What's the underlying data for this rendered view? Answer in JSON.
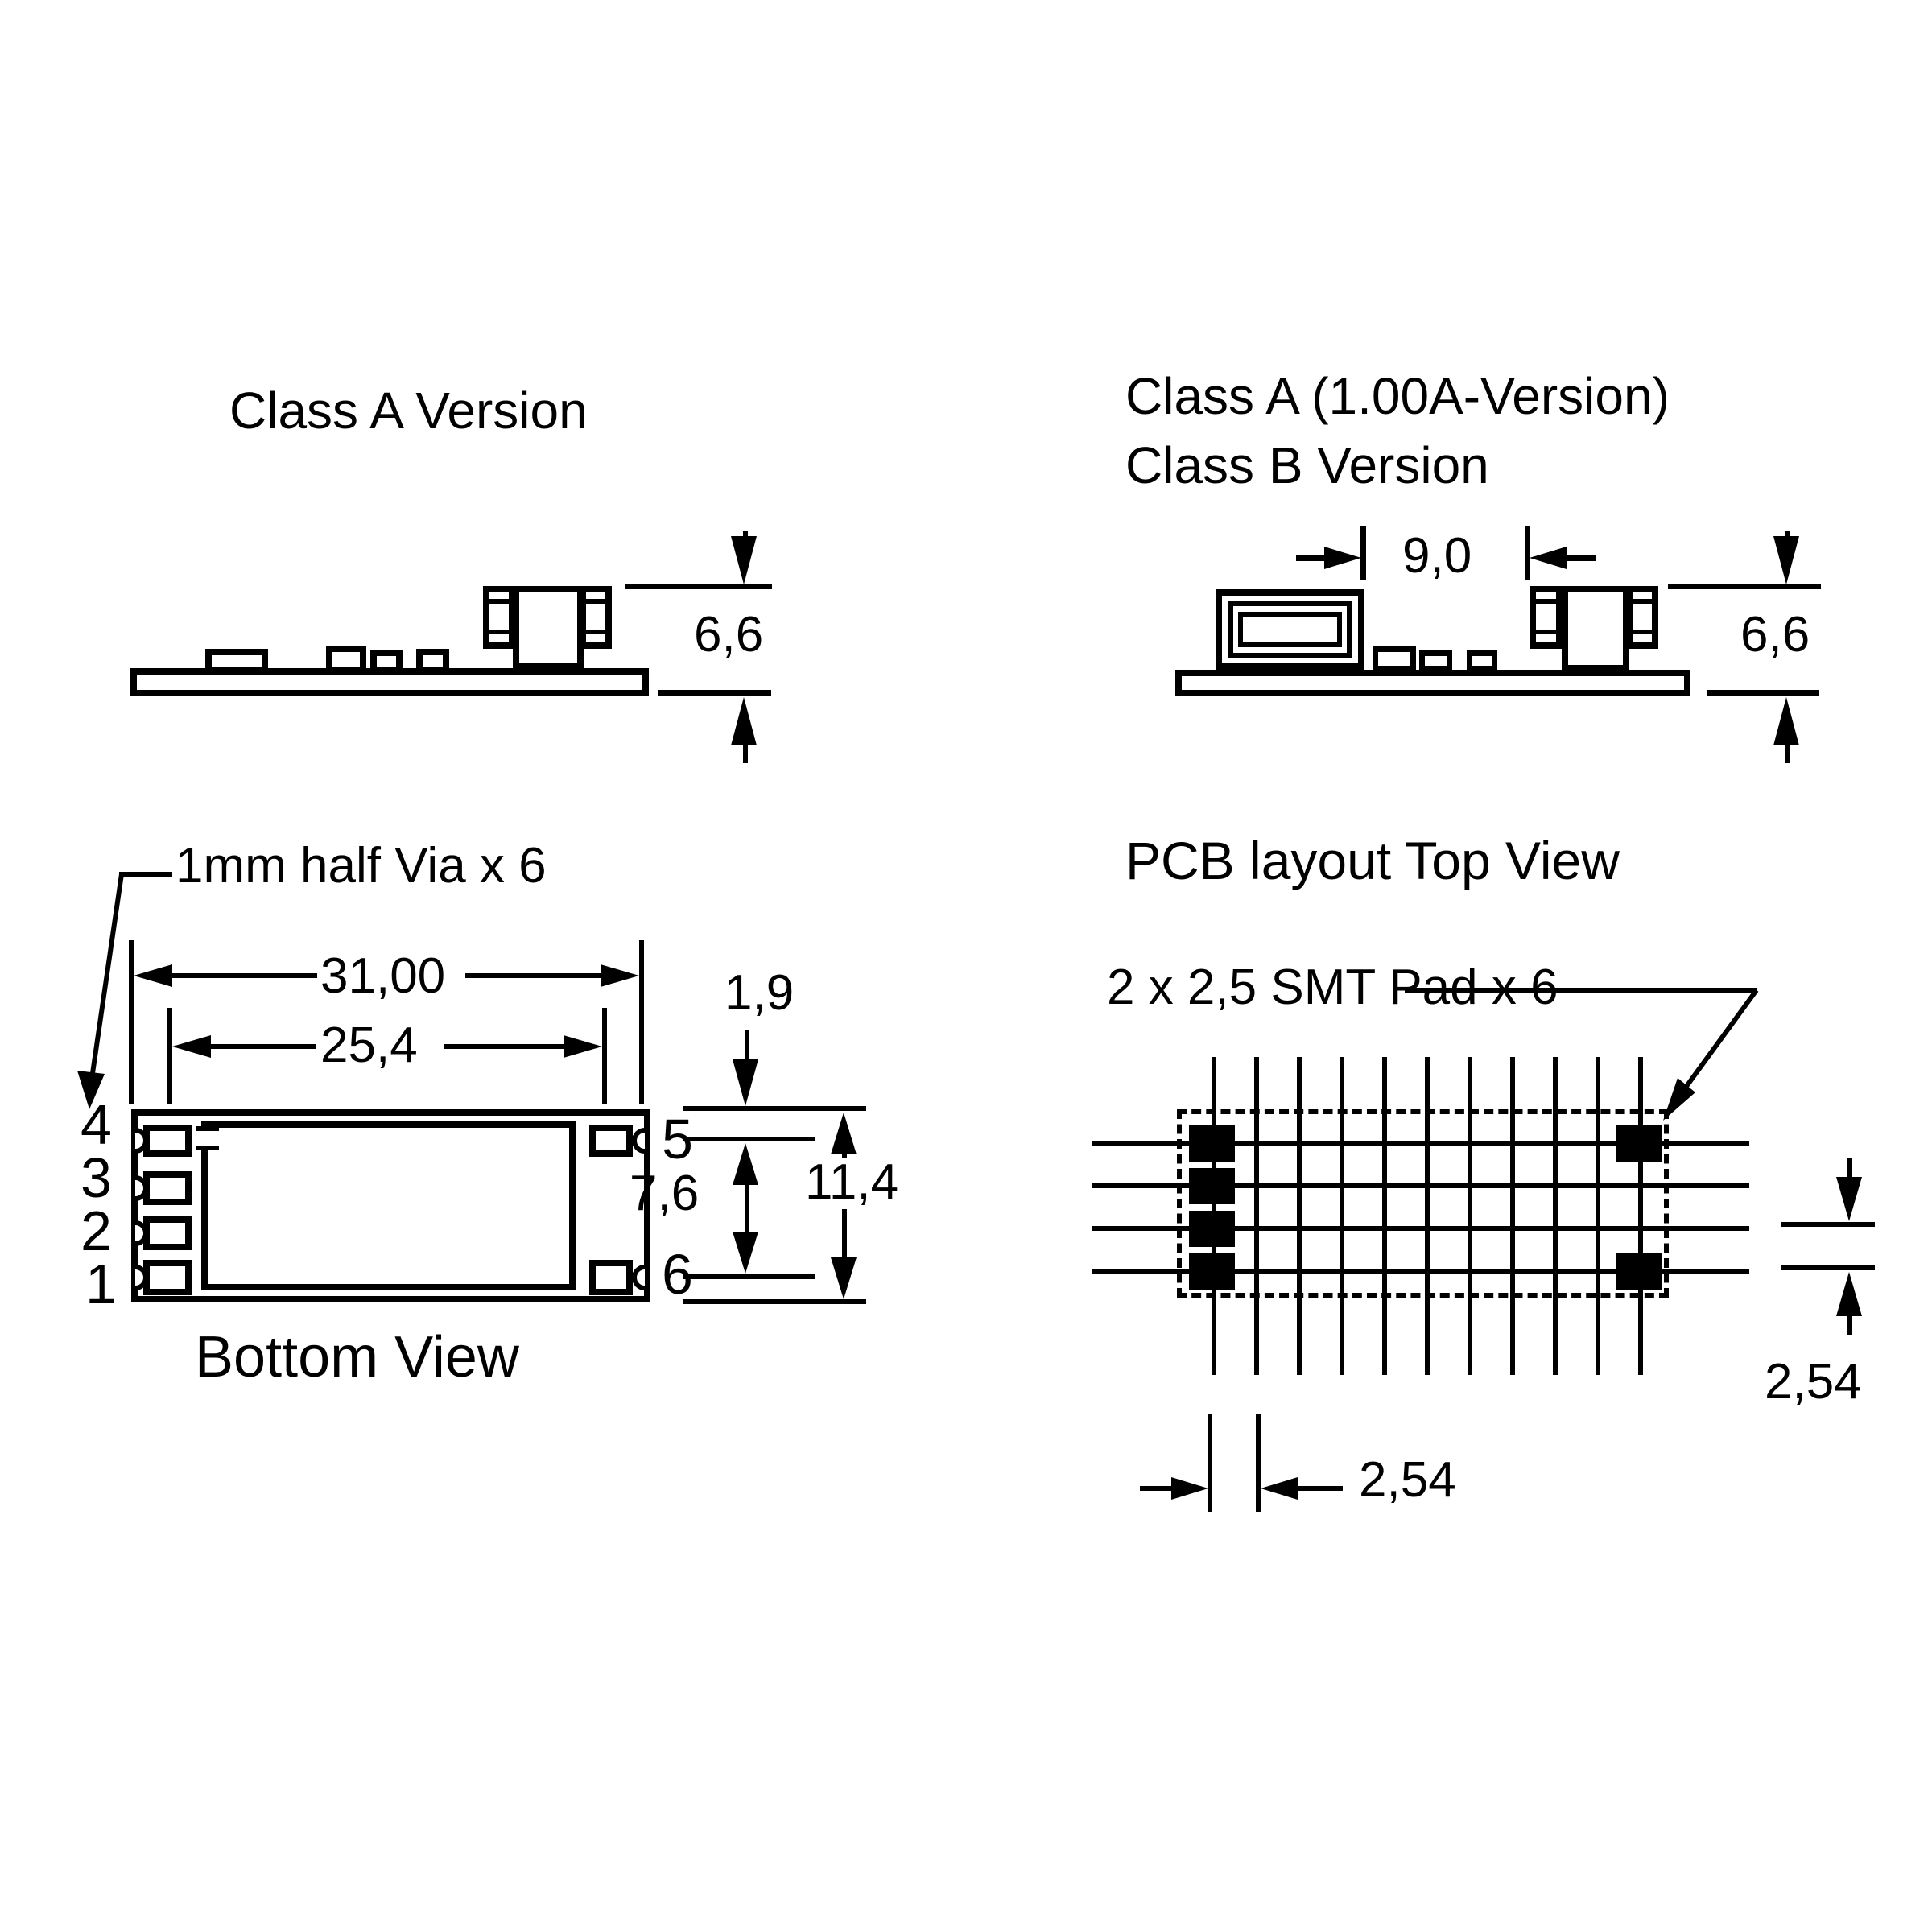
{
  "drawing": {
    "colors": {
      "line": "#000000",
      "background": "#ffffff"
    },
    "views": {
      "side_a": {
        "title": "Class A Version",
        "height_label": "6,6"
      },
      "side_ab": {
        "title_line1": "Class A (1.00A-Version)",
        "title_line2": "Class B Version",
        "gap_label": "9,0",
        "height_label": "6,6"
      },
      "bottom": {
        "caption": "Bottom View",
        "via_note": "1mm half Via x 6",
        "width_label": "31,00",
        "inner_width_label": "25,4",
        "edge_offset_label": "1,9",
        "pin_span_label": "7,6",
        "board_height_label": "11,4",
        "pins": {
          "p1": "1",
          "p2": "2",
          "p3": "3",
          "p4": "4",
          "p5": "5",
          "p6": "6"
        }
      },
      "pcb": {
        "title": "PCB layout Top View",
        "pad_note": "2 x 2,5 SMT Pad x 6",
        "pitch_vertical_label": "2,54",
        "pitch_horizontal_label": "2,54"
      }
    }
  }
}
